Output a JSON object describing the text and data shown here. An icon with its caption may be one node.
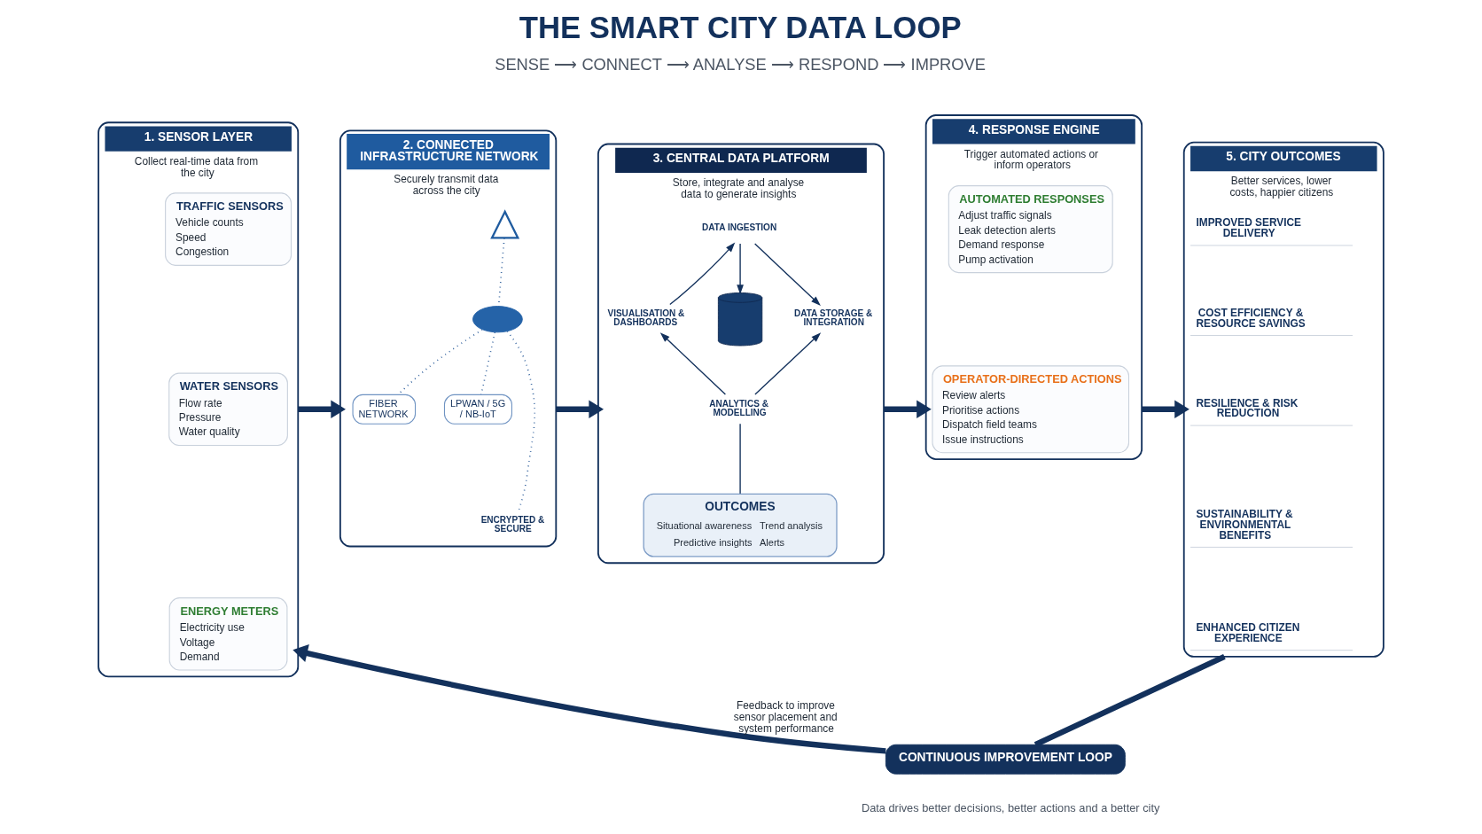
{
  "diagram": {
    "title": "THE SMART CITY DATA LOOP",
    "caption": "Data drives better decisions, better actions and a better city",
    "nodes": [
      {
        "text": [
          "1. SENSOR LAYER",
          "Collect real-time data from the city"
        ]
      },
      {
        "text": [
          "TRAFFIC SENSORS",
          "Vehicle counts",
          "Speed",
          "Congestion"
        ],
        "in": 0
      },
      {
        "text": [
          "WATER SENSORS",
          "Flow rate",
          "Pressure",
          "Water quality"
        ],
        "in": 0
      },
      {
        "text": [
          "ENERGY METERS",
          "Electricity use",
          "Voltage",
          "Demand"
        ],
        "in": 0
      },
      {
        "text": [
          "2. CONNECTED INFRASTRUCTURE NETWORK",
          "Securely transmit data across the city"
        ]
      },
      {
        "text": [],
        "shape": "picture",
        "in": 4
      },
      {
        "text": [],
        "shape": "cloud",
        "in": 4
      },
      {
        "text": [
          "FIBER NETWORK"
        ],
        "in": 4
      },
      {
        "text": [
          "LPWAN / 5G / NB-IoT"
        ],
        "in": 4
      },
      {
        "text": [
          "ENCRYPTED & SECURE"
        ],
        "in": 4
      },
      {
        "text": [
          "3. CENTRAL DATA PLATFORM",
          "Store, integrate and analyse data to generate insights"
        ]
      },
      {
        "text": [
          "DATA INGESTION"
        ],
        "in": 10
      },
      {
        "text": [
          "VISUALISATION & DASHBOARDS"
        ],
        "in": 10
      },
      {
        "text": [],
        "shape": "cylinder",
        "in": 10
      },
      {
        "text": [
          "DATA STORAGE & INTEGRATION"
        ],
        "in": 10
      },
      {
        "text": [
          "ANALYTICS & MODELLING"
        ],
        "in": 10
      },
      {
        "text": [
          "OUTCOMES",
          "Situational awareness",
          "Trend analysis",
          "Predictive insights",
          "Alerts"
        ],
        "in": 10
      },
      {
        "text": [
          "4. RESPONSE ENGINE",
          "Trigger automated actions or inform operators"
        ]
      },
      {
        "text": [
          "AUTOMATED RESPONSES",
          "Adjust traffic signals",
          "Leak detection alerts",
          "Demand response",
          "Pump activation"
        ],
        "in": 17
      },
      {
        "text": [
          "OPERATOR-DIRECTED ACTIONS",
          "Review alerts",
          "Prioritise actions",
          "Dispatch field teams",
          "Issue instructions"
        ],
        "in": 17
      },
      {
        "text": [
          "5. CITY OUTCOMES",
          "Better services, lower costs, happier citizens"
        ]
      },
      {
        "text": [
          "IMPROVED SERVICE DELIVERY"
        ],
        "in": 20
      },
      {
        "text": [
          "COST EFFICIENCY & RESOURCE SAVINGS"
        ],
        "in": 20
      },
      {
        "text": [
          "RESILIENCE & RISK REDUCTION"
        ],
        "in": 20
      },
      {
        "text": [
          "SUSTAINABILITY & ENVIRONMENTAL BENEFITS"
        ],
        "in": 20
      },
      {
        "text": [
          "ENHANCED CITIZEN EXPERIENCE"
        ],
        "in": 20
      },
      {
        "text": [
          "CONTINUOUS IMPROVEMENT LOOP"
        ]
      }
    ],
    "edges": [
      {
        "from": 0,
        "to": 4,
        "arrow": "to",
        "style": "thick"
      },
      {
        "from": 4,
        "to": 10,
        "arrow": "to",
        "style": "thick"
      },
      {
        "from": 10,
        "to": 17,
        "arrow": "to",
        "style": "thick"
      },
      {
        "from": 17,
        "to": 20,
        "arrow": "to",
        "style": "thick"
      },
      {
        "from": 5,
        "to": 6,
        "arrow": "none",
        "style": "dashed",
        "color": "#2b5c9a"
      },
      {
        "from": 6,
        "to": 7,
        "arrow": "none",
        "style": "dashed",
        "color": "#2b5c9a"
      },
      {
        "from": 6,
        "to": 8,
        "arrow": "none",
        "style": "dashed",
        "color": "#2b5c9a"
      },
      {
        "from": 6,
        "to": 9,
        "arrow": "none",
        "style": "dashed",
        "color": "#2b5c9a"
      },
      {
        "from": 12,
        "to": 11,
        "arrow": "to"
      },
      {
        "from": 11,
        "to": 14,
        "arrow": "to"
      },
      {
        "from": 11,
        "to": 13,
        "arrow": "to"
      },
      {
        "from": 15,
        "to": 14,
        "arrow": "to"
      },
      {
        "from": 15,
        "to": 12,
        "arrow": "to"
      },
      {
        "from": 15,
        "to": 16,
        "arrow": "none"
      },
      {
        "from": 20,
        "to": 26,
        "arrow": "none",
        "style": "thick"
      },
      {
        "from": 26,
        "to": 0,
        "arrow": "to",
        "style": "thick",
        "label": "Feedback to improve sensor placement and system performance"
      }
    ],
    "labels": [
      "SENSE ⟶ CONNECT ⟶ ANALYSE ⟶ RESPOND ⟶ IMPROVE"
    ]
  }
}
